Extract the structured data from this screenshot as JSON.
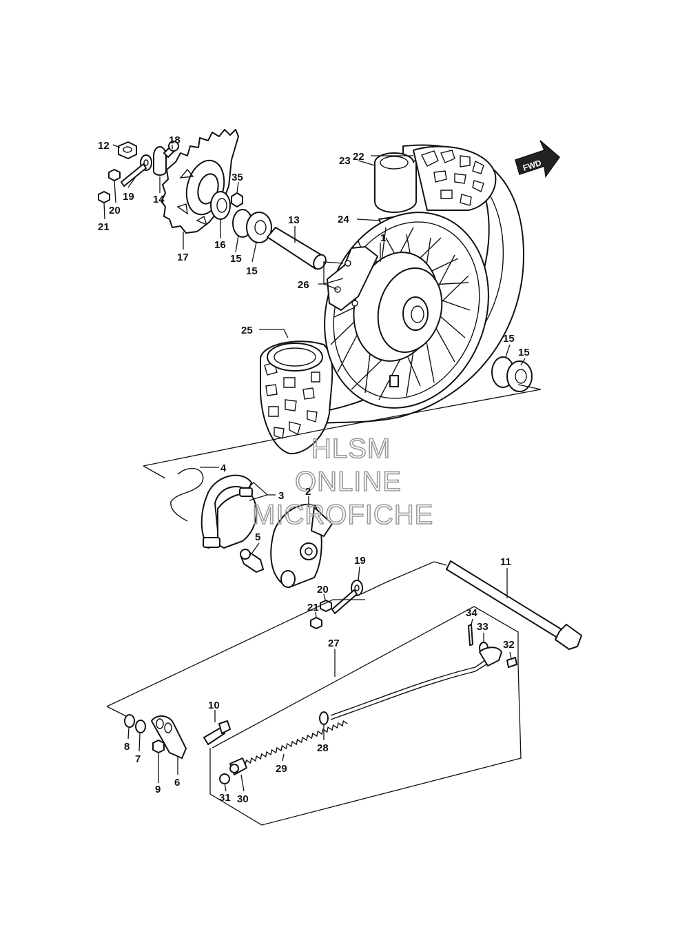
{
  "fwd_label": "FWD",
  "watermark": [
    "HLSM",
    "ONLINE",
    "MICROFICHE"
  ],
  "callouts": [
    "1",
    "2",
    "3",
    "4",
    "5",
    "6",
    "7",
    "8",
    "9",
    "10",
    "11",
    "12",
    "13",
    "14",
    "15",
    "15",
    "15",
    "15",
    "16",
    "17",
    "18",
    "19",
    "19",
    "20",
    "20",
    "21",
    "21",
    "22",
    "23",
    "24",
    "25",
    "26",
    "27",
    "28",
    "29",
    "30",
    "31",
    "32",
    "33",
    "34",
    "35"
  ]
}
